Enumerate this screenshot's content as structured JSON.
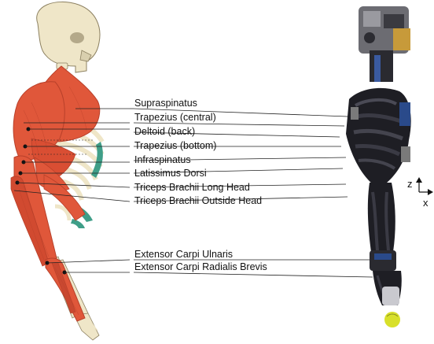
{
  "labels": [
    "Supraspinatus",
    "Trapezius (central)",
    "Deltoid (back)",
    "Trapezius (bottom)",
    "Infraspinatus",
    "Latissimus Dorsi",
    "Triceps Brachii Long Head",
    "Triceps Brachii Outside Head",
    "Extensor Carpi Ulnaris",
    "Extensor Carpi Radialis Brevis"
  ],
  "axes": {
    "z": "z",
    "x": "x"
  },
  "colors": {
    "muscle": "#e0573a",
    "muscle_dark": "#b8402a",
    "bone": "#efe6c8",
    "bone_outline": "#8c8060",
    "cartilage": "#3f9e88",
    "robot_dark": "#1e1e24",
    "robot_gray": "#7a7a7a",
    "robot_blue": "#2a4a8a",
    "ball": "#d8e02a"
  },
  "icons": [
    "anatomical-arm-illustration",
    "robot-arm-photo",
    "axis-indicator"
  ]
}
